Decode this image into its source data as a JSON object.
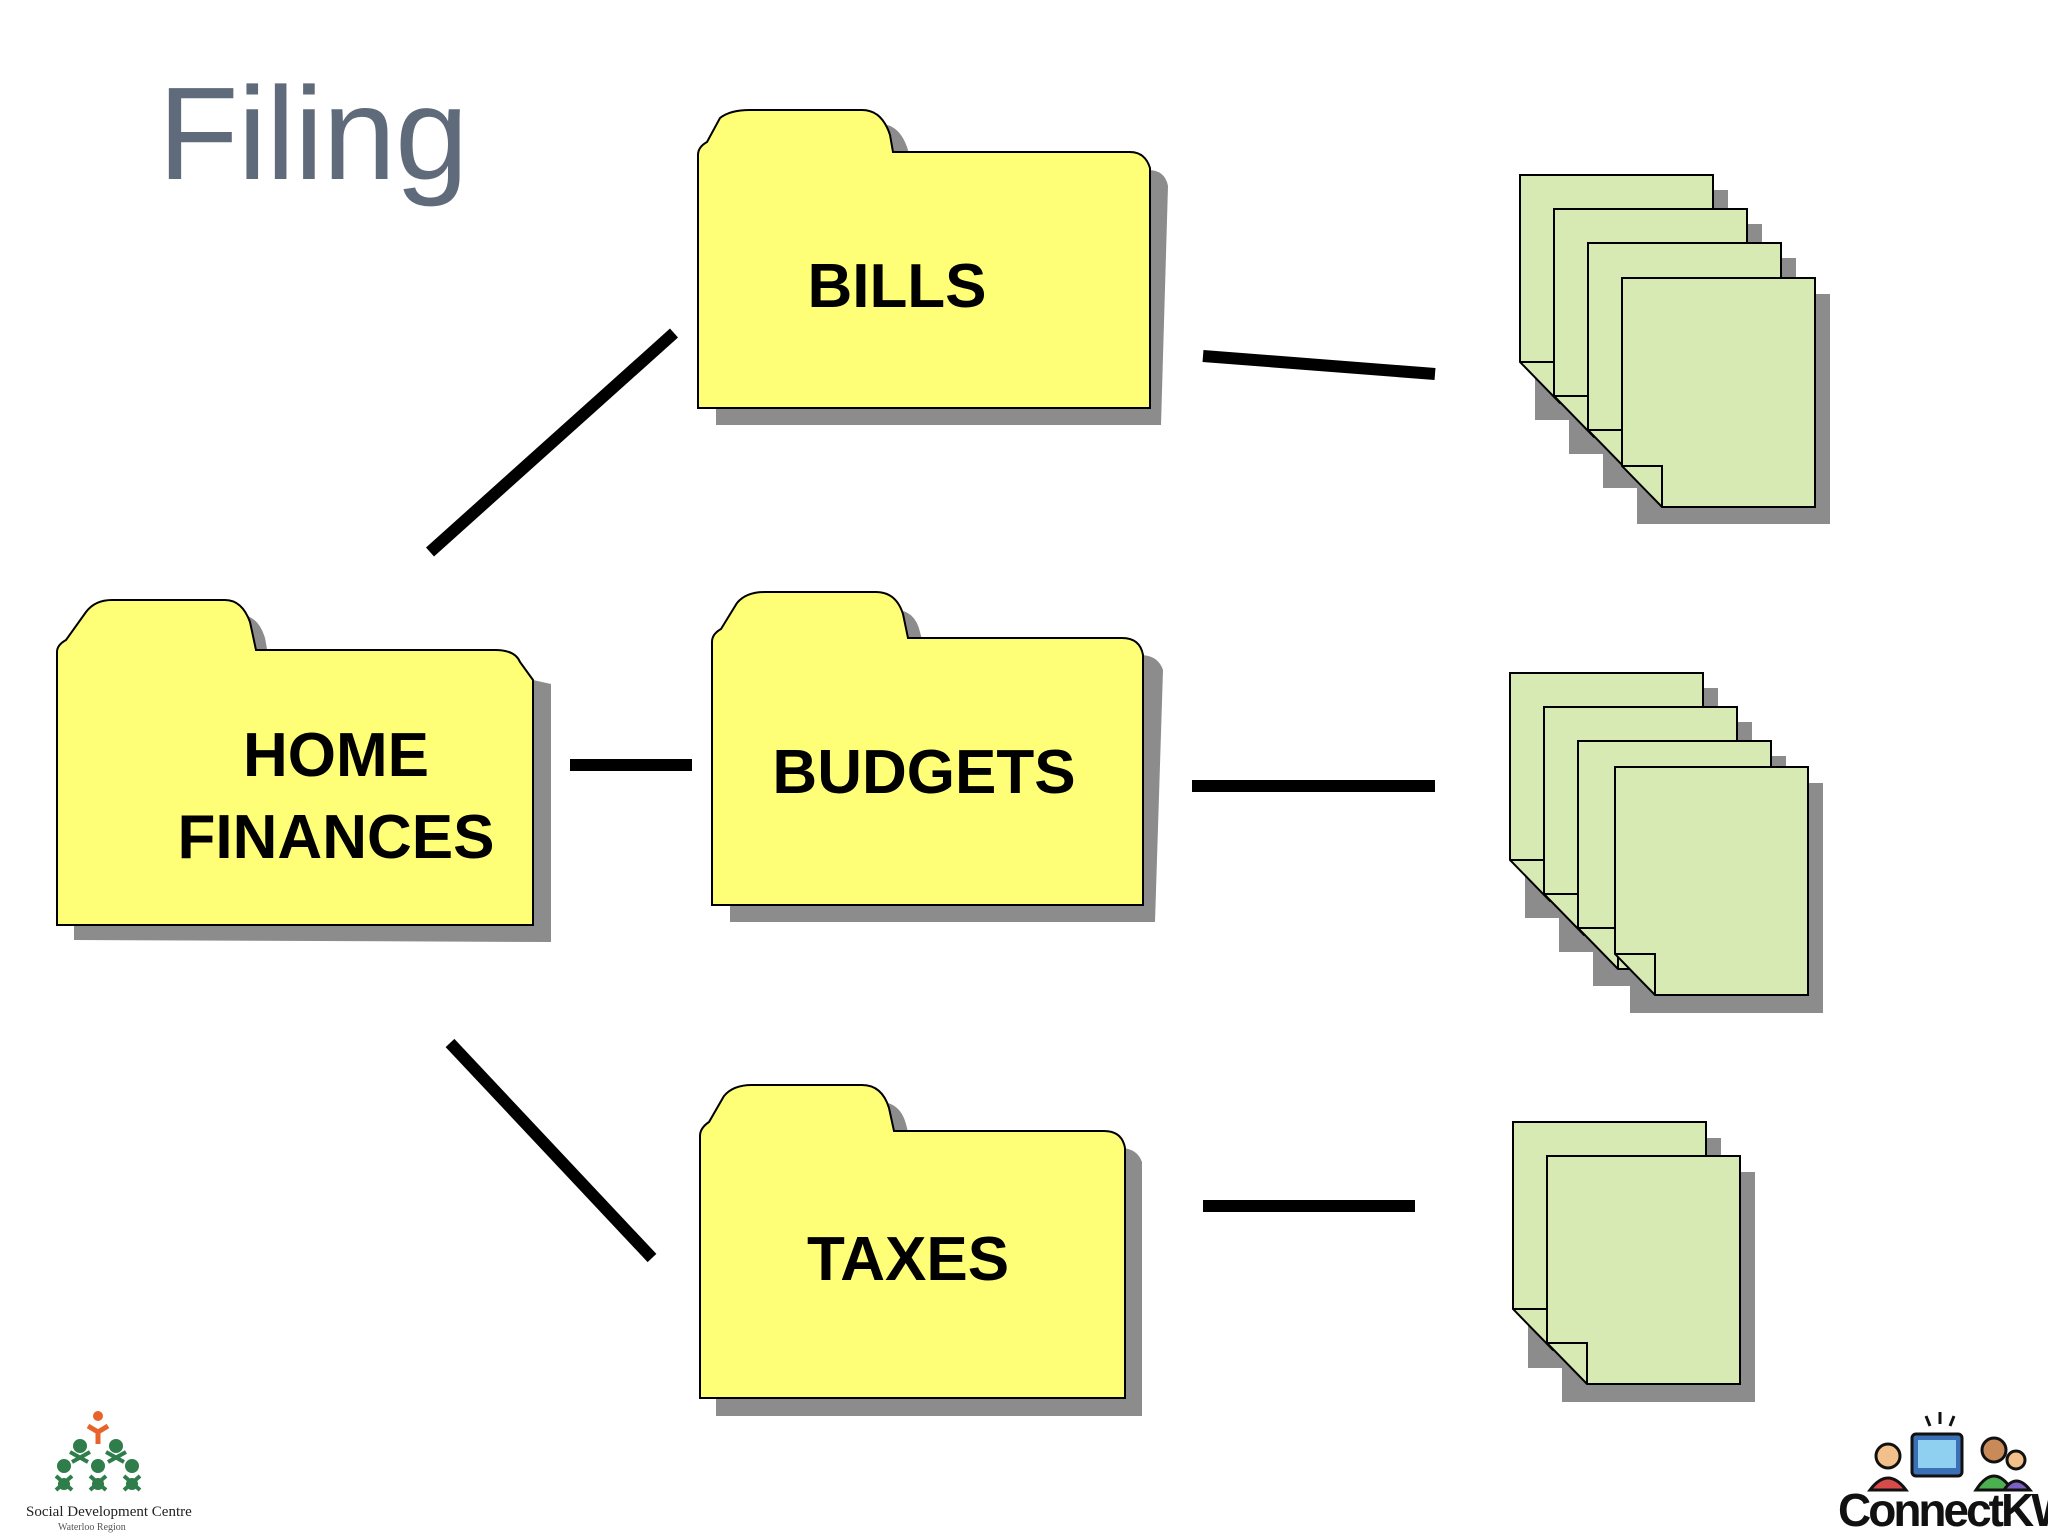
{
  "title": "Filing",
  "folders": {
    "root": {
      "label_lines": [
        "HOME",
        "FINANCES"
      ]
    },
    "bills": {
      "label": "BILLS"
    },
    "budgets": {
      "label": "BUDGETS"
    },
    "taxes": {
      "label": "TAXES"
    }
  },
  "logos": {
    "left": {
      "name": "Social Development Centre",
      "subline": "Waterloo Region"
    },
    "right": {
      "name": "ConnectKW"
    }
  },
  "colors": {
    "folder_fill": "#ffff77",
    "folder_shadow": "#8c8c8c",
    "page_fill": "#d8eab4",
    "title_color": "#5f6b7a",
    "connector": "#000000",
    "logo_orange": "#e8632b",
    "logo_green": "#2e7d4a"
  }
}
